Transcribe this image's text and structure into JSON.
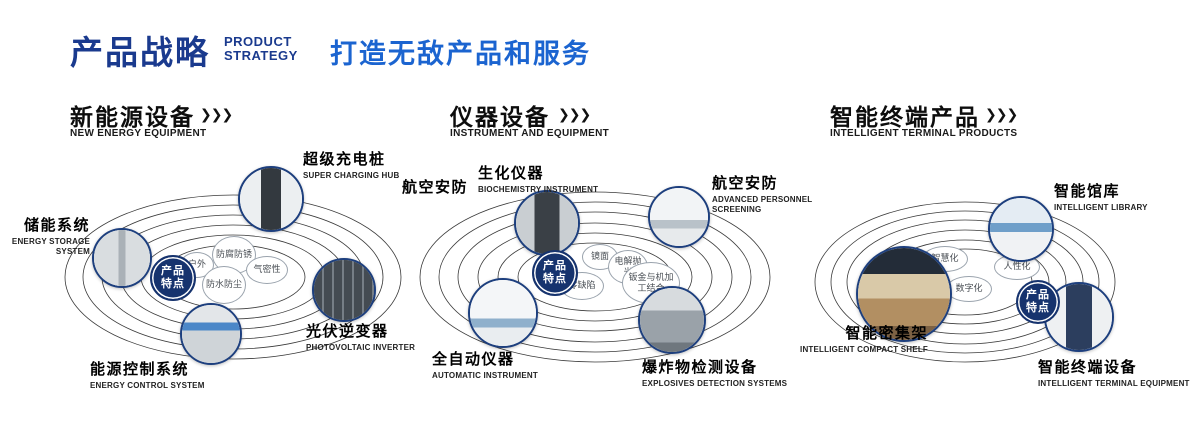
{
  "header": {
    "title": "产品战略",
    "subtitle_lines": [
      "PRODUCT",
      "STRATEGY"
    ],
    "tagline": "打造无敌产品和服务"
  },
  "icons": {
    "triple_chevron": "❯❯❯"
  },
  "badge": {
    "line1": "产品",
    "line2": "特点"
  },
  "sections": [
    {
      "title": "新能源设备",
      "subtitle": "NEW ENERGY EQUIPMENT",
      "tags": [
        "防腐防锈",
        "户外",
        "气密性",
        "防水防尘"
      ],
      "products": [
        {
          "name": "储能系统",
          "en": "ENERGY STORAGE SYSTEM"
        },
        {
          "name": "超级充电桩",
          "en": "SUPER CHARGING HUB"
        },
        {
          "name": "光伏逆变器",
          "en": "PHOTOVOLTAIC INVERTER"
        },
        {
          "name": "能源控制系统",
          "en": "ENERGY CONTROL SYSTEM"
        }
      ]
    },
    {
      "title": "仪器设备",
      "subtitle": "INSTRUMENT AND EQUIPMENT",
      "extra_label": "航空安防",
      "tags": [
        "镜面",
        "电解抛光",
        "钣金与机加工结合",
        "零缺陷"
      ],
      "products": [
        {
          "name": "生化仪器",
          "en": "BIOCHEMISTRY INSTRUMENT"
        },
        {
          "name": "航空安防",
          "en": "ADVANCED PERSONNEL SCREENING"
        },
        {
          "name": "全自动仪器",
          "en": "AUTOMATIC INSTRUMENT"
        },
        {
          "name": "爆炸物检测设备",
          "en": "EXPLOSIVES DETECTION SYSTEMS"
        }
      ]
    },
    {
      "title": "智能终端产品",
      "subtitle": "INTELLIGENT TERMINAL PRODUCTS",
      "tags": [
        "智慧化",
        "人性化",
        "数字化"
      ],
      "products": [
        {
          "name": "智能馆库",
          "en": "INTELLIGENT LIBRARY"
        },
        {
          "name": "智能密集架",
          "en": "INTELLIGENT COMPACT SHELF"
        },
        {
          "name": "智能终端设备",
          "en": "INTELLIGENT TERMINAL EQUIPMENT"
        }
      ]
    }
  ],
  "colors": {
    "primary": "#1a3a8e",
    "accent": "#1b64d0",
    "navy": "#16336e"
  }
}
